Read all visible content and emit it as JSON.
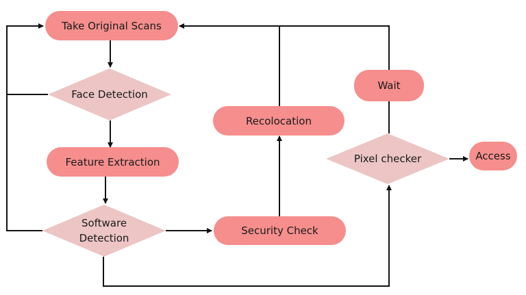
{
  "nodes": {
    "take_scans": "Take Original Scans",
    "face_detection": "Face Detection",
    "feature_extraction": "Feature Extraction",
    "software_detection": [
      "Software",
      "Detection"
    ],
    "security_check": "Security Check",
    "recolocation": "Recolocation",
    "wait": "Wait",
    "pixel_checker": "Pixel checker",
    "access": "Access"
  },
  "colors": {
    "process_fill": "#f58e8d",
    "decision_fill": "#ecc5c4",
    "line": "#111111",
    "background": "#ffffff"
  }
}
